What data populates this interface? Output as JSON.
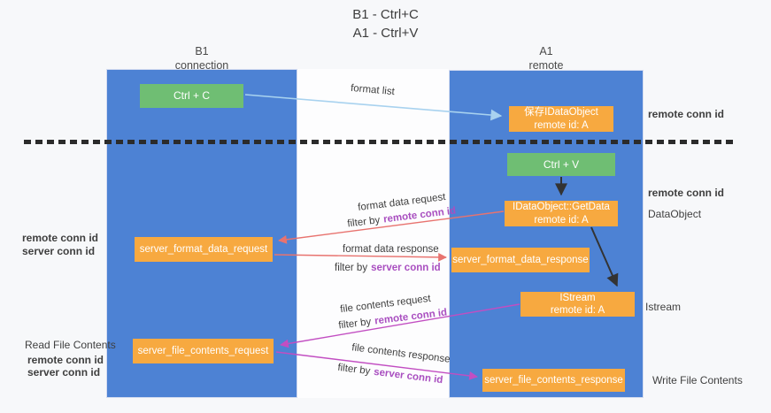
{
  "title": {
    "line1": "B1 - Ctrl+C",
    "line2": "A1 - Ctrl+V"
  },
  "columns": {
    "left": {
      "name": "B1",
      "role": "connection"
    },
    "right": {
      "name": "A1",
      "role": "remote"
    }
  },
  "nodes": {
    "ctrl_c": {
      "label": "Ctrl + C"
    },
    "ctrl_v": {
      "label": "Ctrl + V"
    },
    "saved_dataobject": {
      "line1": "保存IDataObject",
      "line2": "remote id: A"
    },
    "getdata": {
      "line1": "IDataObject::GetData",
      "line2": "remote id: A"
    },
    "istream": {
      "line1": "IStream",
      "line2": "remote id: A"
    },
    "format_request": {
      "label": "server_format_data_request"
    },
    "format_response": {
      "label": "server_format_data_response"
    },
    "file_request": {
      "label": "server_file_contents_request"
    },
    "file_response": {
      "label": "server_file_contents_response"
    }
  },
  "flows": {
    "format_list": {
      "label": "format list"
    },
    "format_data_request": {
      "label": "format data request",
      "filter_prefix": "filter by",
      "filter_key": "remote conn id"
    },
    "format_data_response": {
      "label": "format data response",
      "filter_prefix": "filter by",
      "filter_key": "server conn id"
    },
    "file_contents_request": {
      "label": "file contents request",
      "filter_prefix": "filter by",
      "filter_key": "remote conn id"
    },
    "file_contents_response": {
      "label": "file contents response",
      "filter_prefix": "filter by",
      "filter_key": "server conn id"
    }
  },
  "side_labels": {
    "right_remote_conn_top": "remote conn id",
    "right_remote_conn_mid": "remote conn id",
    "right_dataobject": "DataObject",
    "right_istream": "Istream",
    "right_write_file": "Write File Contents",
    "left_remote_conn_top": "remote conn id",
    "left_server_conn_top": "server conn id",
    "left_read_file": "Read File Contents",
    "left_remote_conn_bottom": "remote conn id",
    "left_server_conn_bottom": "server conn id"
  },
  "colors": {
    "column_blue": "#4d82d4",
    "node_green": "#6fbe73",
    "node_orange": "#f7a940",
    "arrow_light_blue": "#a8d2ef",
    "arrow_salmon": "#e8736f",
    "arrow_magenta": "#c24ec2",
    "arrow_black": "#333333",
    "text_purple": "#a94fc0",
    "text_green": "#58b65c",
    "text_dark": "#3f3f3f",
    "divider_dash": "#2b2b2b"
  }
}
